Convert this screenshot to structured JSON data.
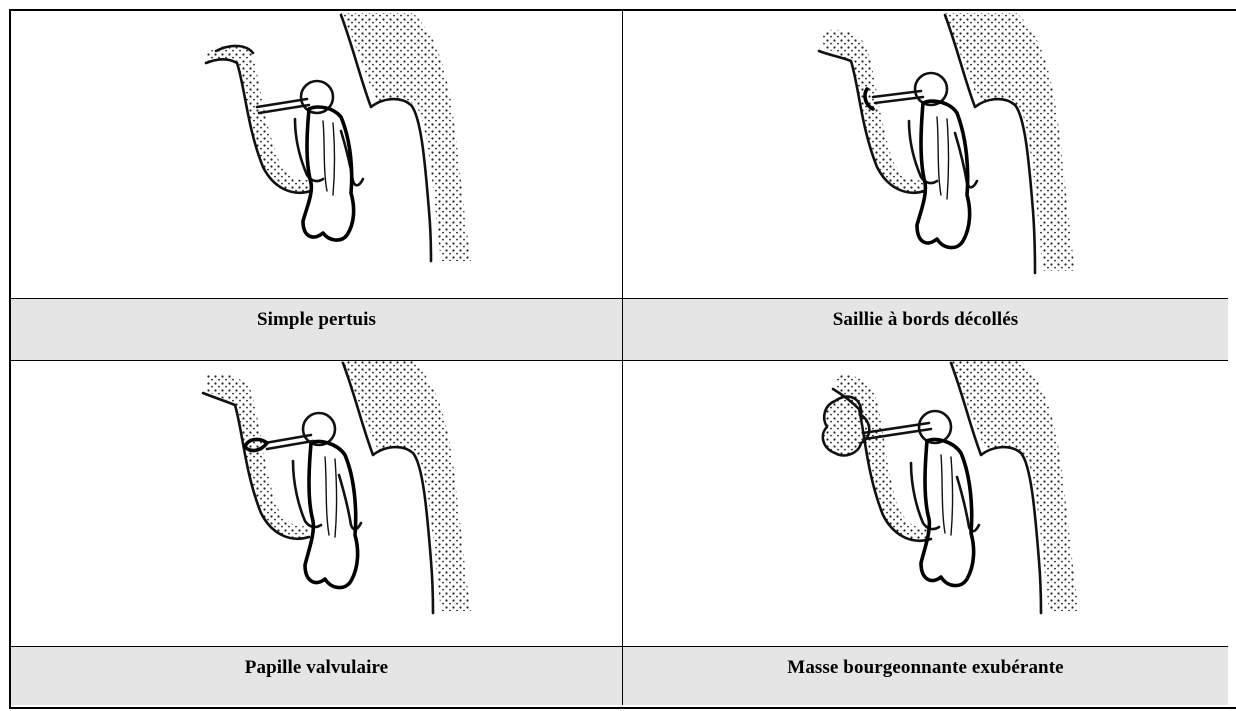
{
  "captions": {
    "top_left": "Simple pertuis",
    "top_right": "Saillie à bords décollés",
    "bottom_left": "Papille valvulaire",
    "bottom_right": "Masse bourgeonnante exubérante"
  }
}
